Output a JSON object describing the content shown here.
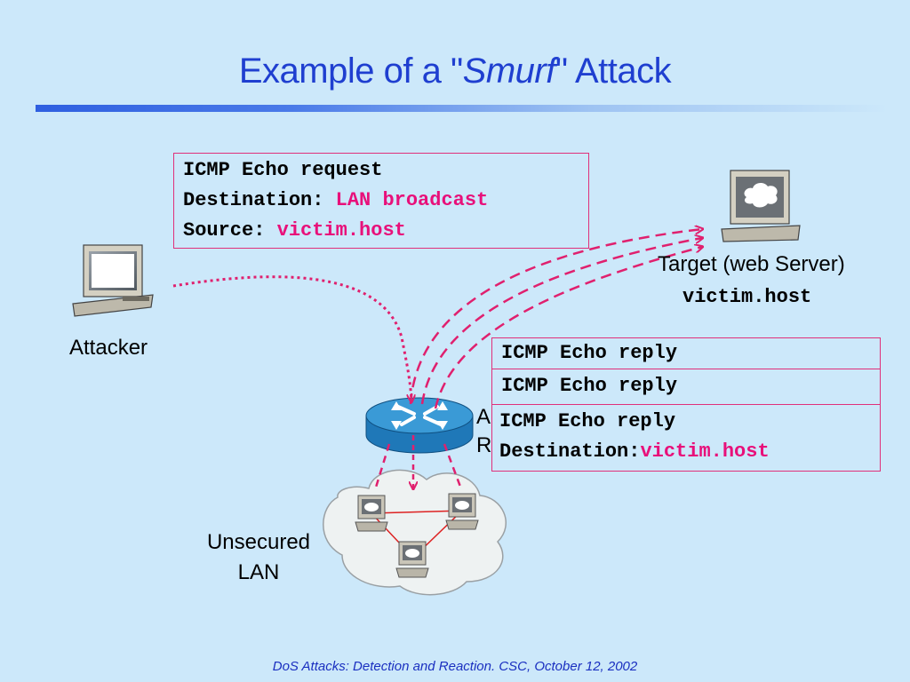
{
  "title": {
    "prefix": "Example of a \"",
    "emphasis": "Smurf",
    "suffix": "\" Attack"
  },
  "request_box": {
    "line1": "ICMP Echo request",
    "dest_label": "Destination: ",
    "dest_value": "LAN broadcast",
    "src_label": "Source: ",
    "src_value": "victim.host"
  },
  "target": {
    "label": "Target (web Server)",
    "host": "victim.host"
  },
  "attacker": {
    "label": "Attacker"
  },
  "router": {
    "label_partial_1": "A",
    "label_partial_2": "R"
  },
  "reply_boxes": {
    "reply1": "ICMP Echo reply",
    "reply2": "ICMP Echo reply",
    "reply3": "ICMP Echo reply",
    "dest_label": "Destination:",
    "dest_value": "victim.host"
  },
  "lan": {
    "line1": "Unsecured",
    "line2": "LAN"
  },
  "footer": "DoS Attacks: Detection and Reaction. CSC, October 12, 2002",
  "colors": {
    "title": "#1f3fd0",
    "highlight": "#e8107a",
    "arrow": "#e0206e",
    "background": "#cce8fa"
  },
  "icons": [
    "attacker-computer-icon",
    "target-server-icon",
    "router-icon",
    "lan-cloud-icon",
    "lan-host-icon"
  ]
}
